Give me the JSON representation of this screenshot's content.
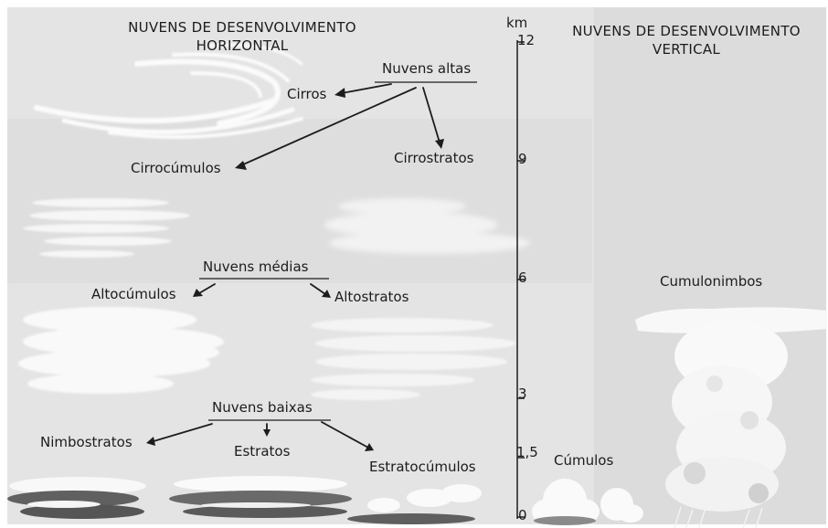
{
  "titles": {
    "horizontal_line1": "NUVENS DE DESENVOLVIMENTO",
    "horizontal_line2": "HORIZONTAL",
    "vertical_line1": "NUVENS DE DESENVOLVIMENTO",
    "vertical_line2": "VERTICAL"
  },
  "scale": {
    "unit": "km",
    "ticks": [
      "12",
      "9",
      "6",
      "3",
      "1,5",
      "0"
    ]
  },
  "groups": {
    "high": {
      "label": "Nuvens altas",
      "clouds": [
        "Cirros",
        "Cirrocúmulos",
        "Cirrostratos"
      ]
    },
    "middle": {
      "label": "Nuvens médias",
      "clouds": [
        "Altocúmulos",
        "Altostratos"
      ]
    },
    "low": {
      "label": "Nuvens baixas",
      "clouds": [
        "Nimbostratos",
        "Estratos",
        "Estratocúmulos"
      ]
    }
  },
  "vertical_clouds": [
    "Cumulonimbos",
    "Cúmulos"
  ],
  "colors": {
    "sky": "#e4e4e4",
    "sky_right": "#dcdcdc",
    "cloud": "#fafafa",
    "cloud_shadow": "#6f6f6f",
    "ink": "#1c1c1c"
  }
}
